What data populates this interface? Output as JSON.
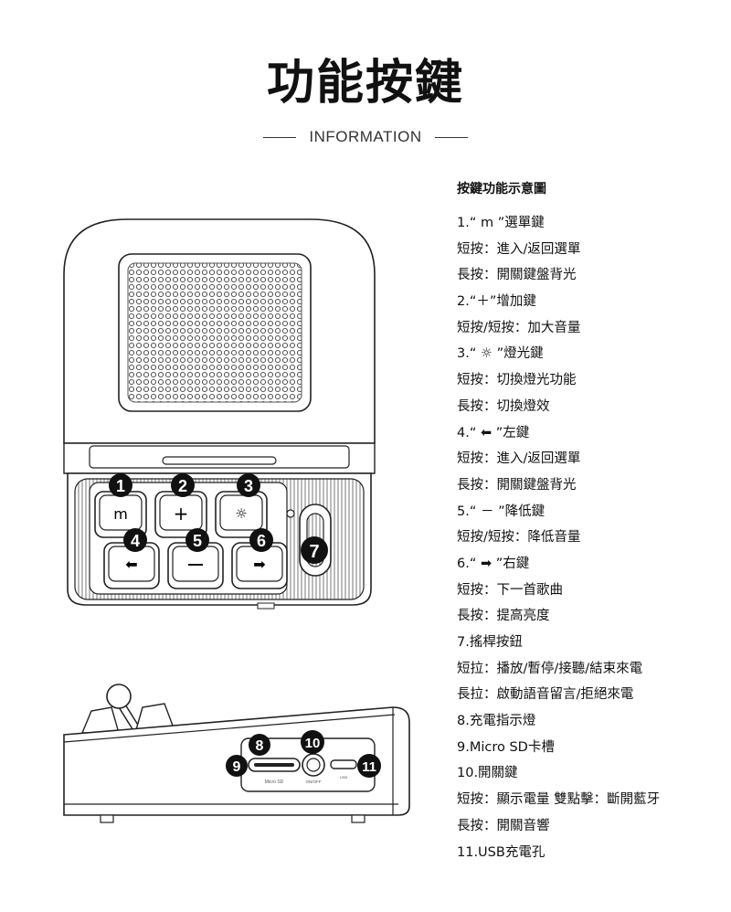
{
  "header": {
    "title": "功能按鍵",
    "subtitle": "INFORMATION"
  },
  "diagram": {
    "badges": [
      "1",
      "2",
      "3",
      "4",
      "5",
      "6",
      "7",
      "8",
      "10",
      "9",
      "11"
    ],
    "port_labels": {
      "microsd": "Micro SD",
      "onoff": "ON/OFF",
      "usb": "USB"
    }
  },
  "info": {
    "heading": "按鍵功能示意圖",
    "lines": [
      "1.“ ⅿ ”選單鍵",
      "短按：進入/返回選單",
      "長按：開關鍵盤背光",
      "2.“＋”增加鍵",
      "短按/短按：加大音量",
      "3.“ ☼ ”燈光鍵",
      "短按：切換燈光功能",
      "長按：切換燈效",
      "4.“ ⬅ ”左鍵",
      "短按：進入/返回選單",
      "長按：開關鍵盤背光",
      "5.“ － ”降低鍵",
      "短按/短按：降低音量",
      "6.“ ➡ ”右鍵",
      "短按：下一首歌曲",
      "長按：提高亮度",
      "7.搖桿按鈕",
      "短拉：播放/暫停/接聽/結束來電",
      "長拉：啟動語音留言/拒絕來電",
      "8.充電指示燈",
      "9.Micro SD卡槽",
      "10.開關鍵",
      "短按：顯示電量  雙點擊：斷開藍牙",
      "長按：開關音響",
      "11.USB充電孔"
    ]
  }
}
